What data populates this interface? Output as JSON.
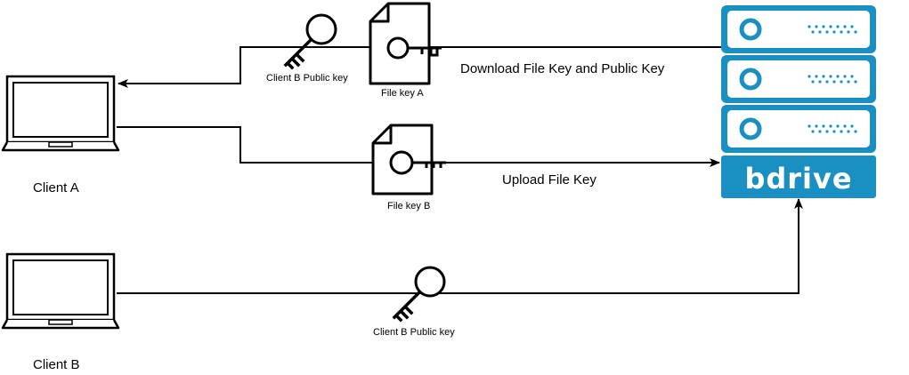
{
  "labels": {
    "client_a": "Client A",
    "client_b": "Client B",
    "download_label": "Download File Key and Public Key",
    "upload_label": "Upload File Key",
    "key_top": "Client B Public key",
    "key_bottom": "Client B Public key",
    "file_key_a": "File key A",
    "file_key_b": "File key B",
    "brand": "bdrive"
  },
  "colors": {
    "server": "#1a8fc2",
    "server_text": "#ffffff",
    "line": "#000000"
  },
  "icons": {
    "laptop": "laptop-icon",
    "key": "key-icon",
    "file_key": "file-key-icon",
    "server": "server-rack-icon"
  }
}
